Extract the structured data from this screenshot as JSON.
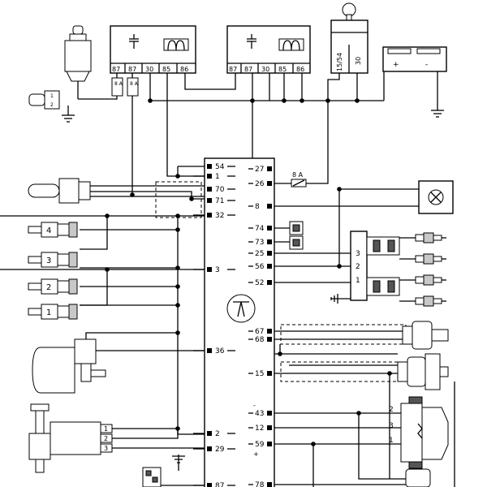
{
  "relay_left": {
    "pins": [
      "87",
      "87",
      "30",
      "85",
      "86"
    ],
    "fuse_labels": [
      "8 A",
      "8 A"
    ]
  },
  "relay_right": {
    "pins": [
      "87",
      "87",
      "30",
      "85",
      "86"
    ]
  },
  "ignition_switch": {
    "pins": [
      "15/54",
      "30"
    ]
  },
  "battery": {
    "plus": "+",
    "minus": "-"
  },
  "ecu_left_pins": [
    "54",
    "1",
    "70",
    "71",
    "32",
    "3",
    "36",
    "2",
    "29",
    "87"
  ],
  "ecu_right_pins": [
    "27",
    "26",
    "8",
    "74",
    "73",
    "25",
    "56",
    "52",
    "67",
    "68",
    "15",
    "43",
    "12",
    "59",
    "78"
  ],
  "ecu_fuse_label": "8 A",
  "injector_numbers": [
    "4",
    "3",
    "2",
    "1"
  ],
  "coil_terminals": [
    "3",
    "2",
    "1"
  ],
  "throttle_sensor_pins": [
    "1",
    "2",
    "3"
  ],
  "hall_sensor_pins": [
    "2",
    "3",
    "1"
  ],
  "sensor_pin_small": [
    "1",
    "2"
  ],
  "polarity": {
    "minus": "-",
    "plus": "+"
  }
}
